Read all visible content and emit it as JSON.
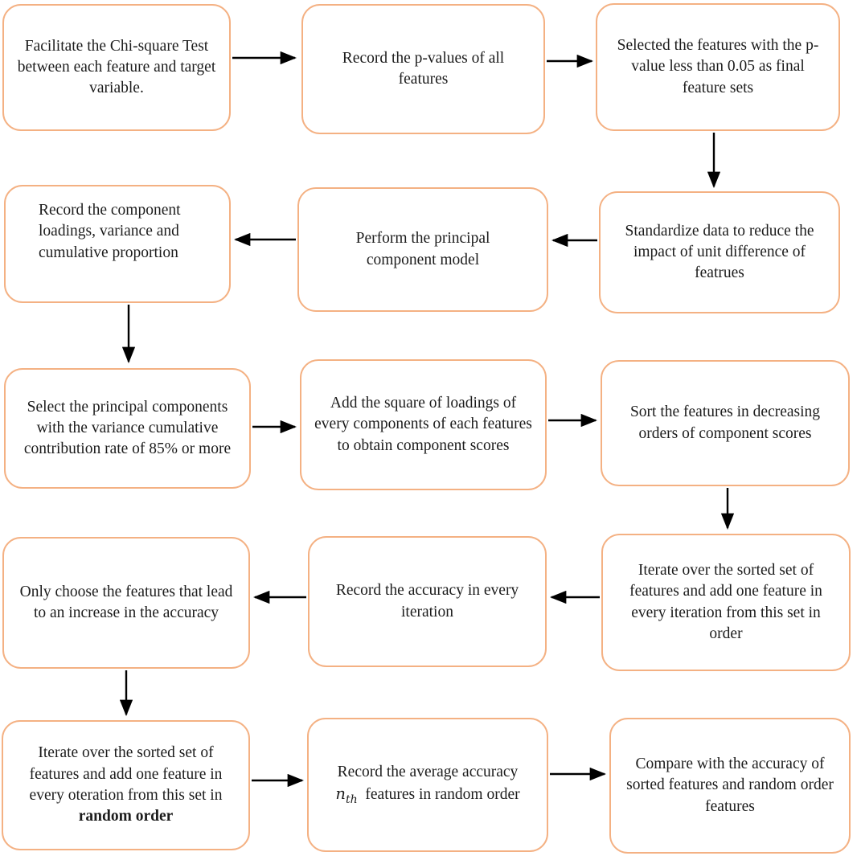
{
  "diagram": {
    "accent_color": "#F4B183",
    "arrow_color": "#000000",
    "background_color": "#FFFFFF"
  },
  "boxes": [
    {
      "id": 1,
      "text": "Facilitate the Chi-square Test between each feature and target variable."
    },
    {
      "id": 2,
      "text": "Record the p-values of all features"
    },
    {
      "id": 3,
      "text": "Selected the features with the p-value less than 0.05 as final feature sets"
    },
    {
      "id": 4,
      "text": "Standardize data to reduce the impact of unit difference of featrues"
    },
    {
      "id": 5,
      "text": "Perform the principal component model"
    },
    {
      "id": 6,
      "text": "Record the component loadings, variance and cumulative proportion"
    },
    {
      "id": 7,
      "text": "Select the principal components with the variance cumulative contribution rate of 85% or more"
    },
    {
      "id": 8,
      "text": "Add the square of loadings of every components of each features to obtain component scores"
    },
    {
      "id": 9,
      "text": "Sort the features in decreasing orders of component scores"
    },
    {
      "id": 10,
      "text": "Iterate over the sorted set of features and add one feature in every iteration from this set in order"
    },
    {
      "id": 11,
      "text": "Record the accuracy in every iteration"
    },
    {
      "id": 12,
      "text": "Only choose the features that lead to an increase in the accuracy"
    },
    {
      "id": 13,
      "text": "Iterate over the sorted set of features and add one feature in every oteration from this set in",
      "bold_text": "random order"
    },
    {
      "id": 14,
      "text_before": "Record the average accuracy",
      "math_var": "n",
      "math_sub": "th",
      "text_after": "features in random order"
    },
    {
      "id": 15,
      "text": "Compare with the accuracy of sorted features and random order features"
    }
  ]
}
